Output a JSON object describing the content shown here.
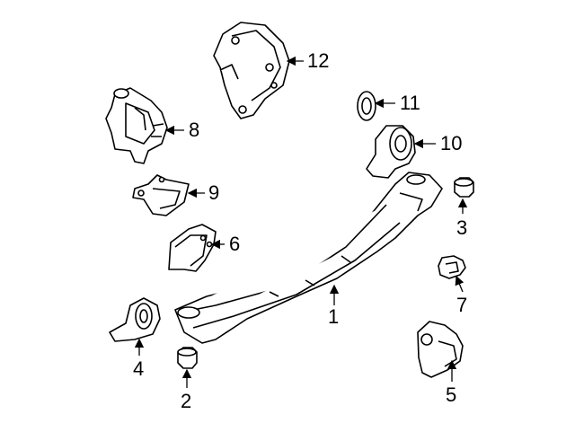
{
  "callouts": {
    "c1": "1",
    "c2": "2",
    "c3": "3",
    "c4": "4",
    "c5": "5",
    "c6": "6",
    "c7": "7",
    "c8": "8",
    "c9": "9",
    "c10": "10",
    "c11": "11",
    "c12": "12"
  },
  "colors": {
    "stroke": "#000000",
    "fill": "#ffffff",
    "label": "#000000"
  }
}
